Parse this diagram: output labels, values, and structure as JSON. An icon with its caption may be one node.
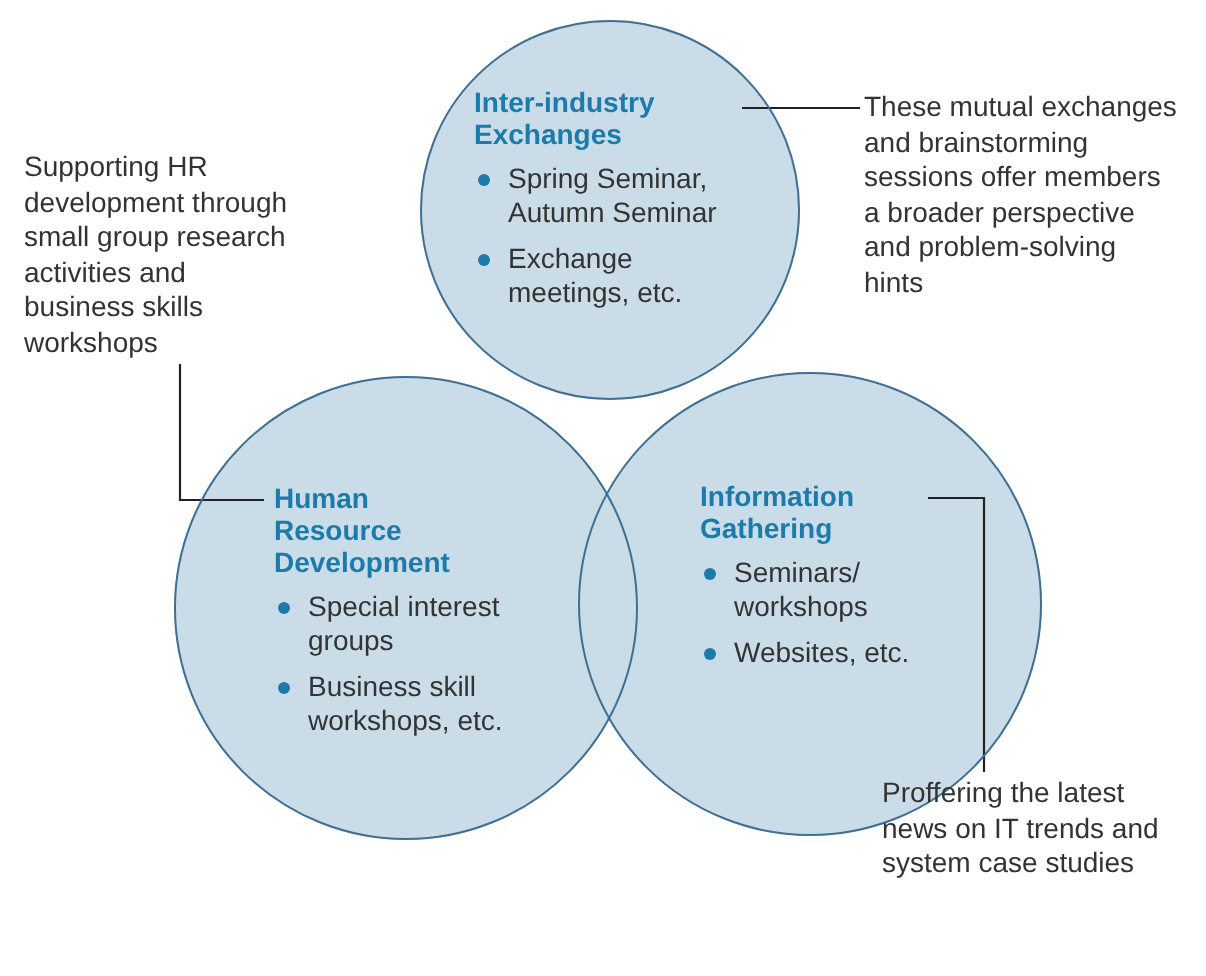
{
  "diagram": {
    "nodes": [
      {
        "text": [
          "Inter-industry Exchanges",
          "Spring Seminar, Autumn Seminar",
          "Exchange meetings, etc."
        ]
      },
      {
        "text": [
          "Human Resource Development",
          "Special interest groups",
          "Business skill workshops, etc."
        ]
      },
      {
        "text": [
          "Information Gathering",
          "Seminars/ workshops",
          "Websites, etc."
        ]
      },
      {
        "text": [
          "These mutual exchanges and brainstorming sessions offer members a broader perspective and problem-solving hints"
        ]
      },
      {
        "text": [
          "Supporting HR development through small group research activities and business skills workshops"
        ]
      },
      {
        "text": [
          "Proffering the latest news on IT trends and system case studies"
        ]
      }
    ],
    "edges": [
      {
        "from": 3,
        "to": 0,
        "arrow": "none"
      },
      {
        "from": 4,
        "to": 1,
        "arrow": "none"
      },
      {
        "from": 5,
        "to": 2,
        "arrow": "none"
      }
    ]
  }
}
